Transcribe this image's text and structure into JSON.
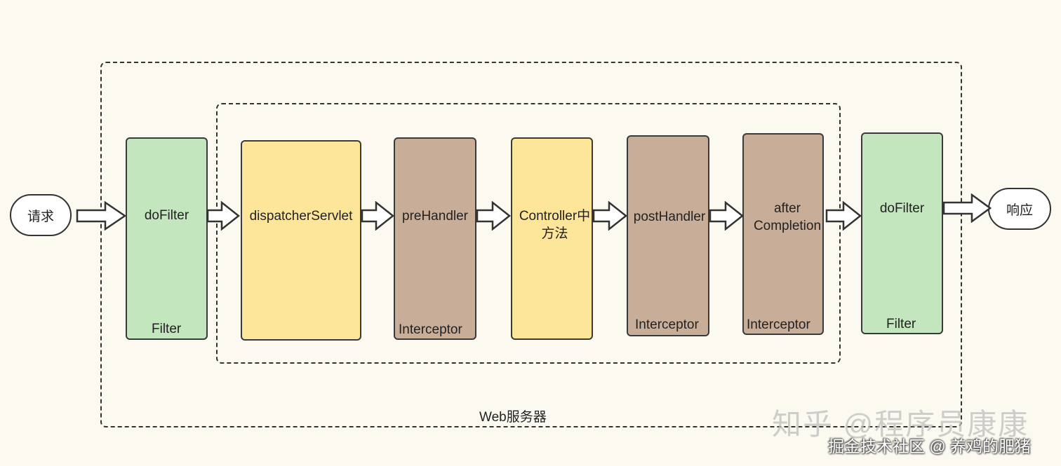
{
  "diagram": {
    "request_label": "请求",
    "response_label": "响应",
    "outer_frame_label": "Web服务器",
    "nodes": [
      {
        "id": "dofilter-in",
        "title": "doFilter",
        "subtitle": "Filter",
        "color": "#c4e6be"
      },
      {
        "id": "dispatcher",
        "title": "dispatcherServlet",
        "subtitle": "",
        "color": "#fde59a"
      },
      {
        "id": "prehandler",
        "title": "preHandler",
        "subtitle": "Interceptor",
        "color": "#c8ae98"
      },
      {
        "id": "controller",
        "title": "Controller中\n方法",
        "subtitle": "",
        "color": "#fde59a"
      },
      {
        "id": "posthandler",
        "title": "postHandler",
        "subtitle": "Interceptor",
        "color": "#c8ae98"
      },
      {
        "id": "aftercompletion",
        "title": "after\nCompletion",
        "subtitle": "Interceptor",
        "color": "#c8ae98"
      },
      {
        "id": "dofilter-out",
        "title": "doFilter",
        "subtitle": "Filter",
        "color": "#c4e6be"
      }
    ]
  },
  "watermarks": {
    "zhihu": "知乎 @程序员康康",
    "juejin": "掘金技术社区 @ 养鸡的肥猪"
  }
}
